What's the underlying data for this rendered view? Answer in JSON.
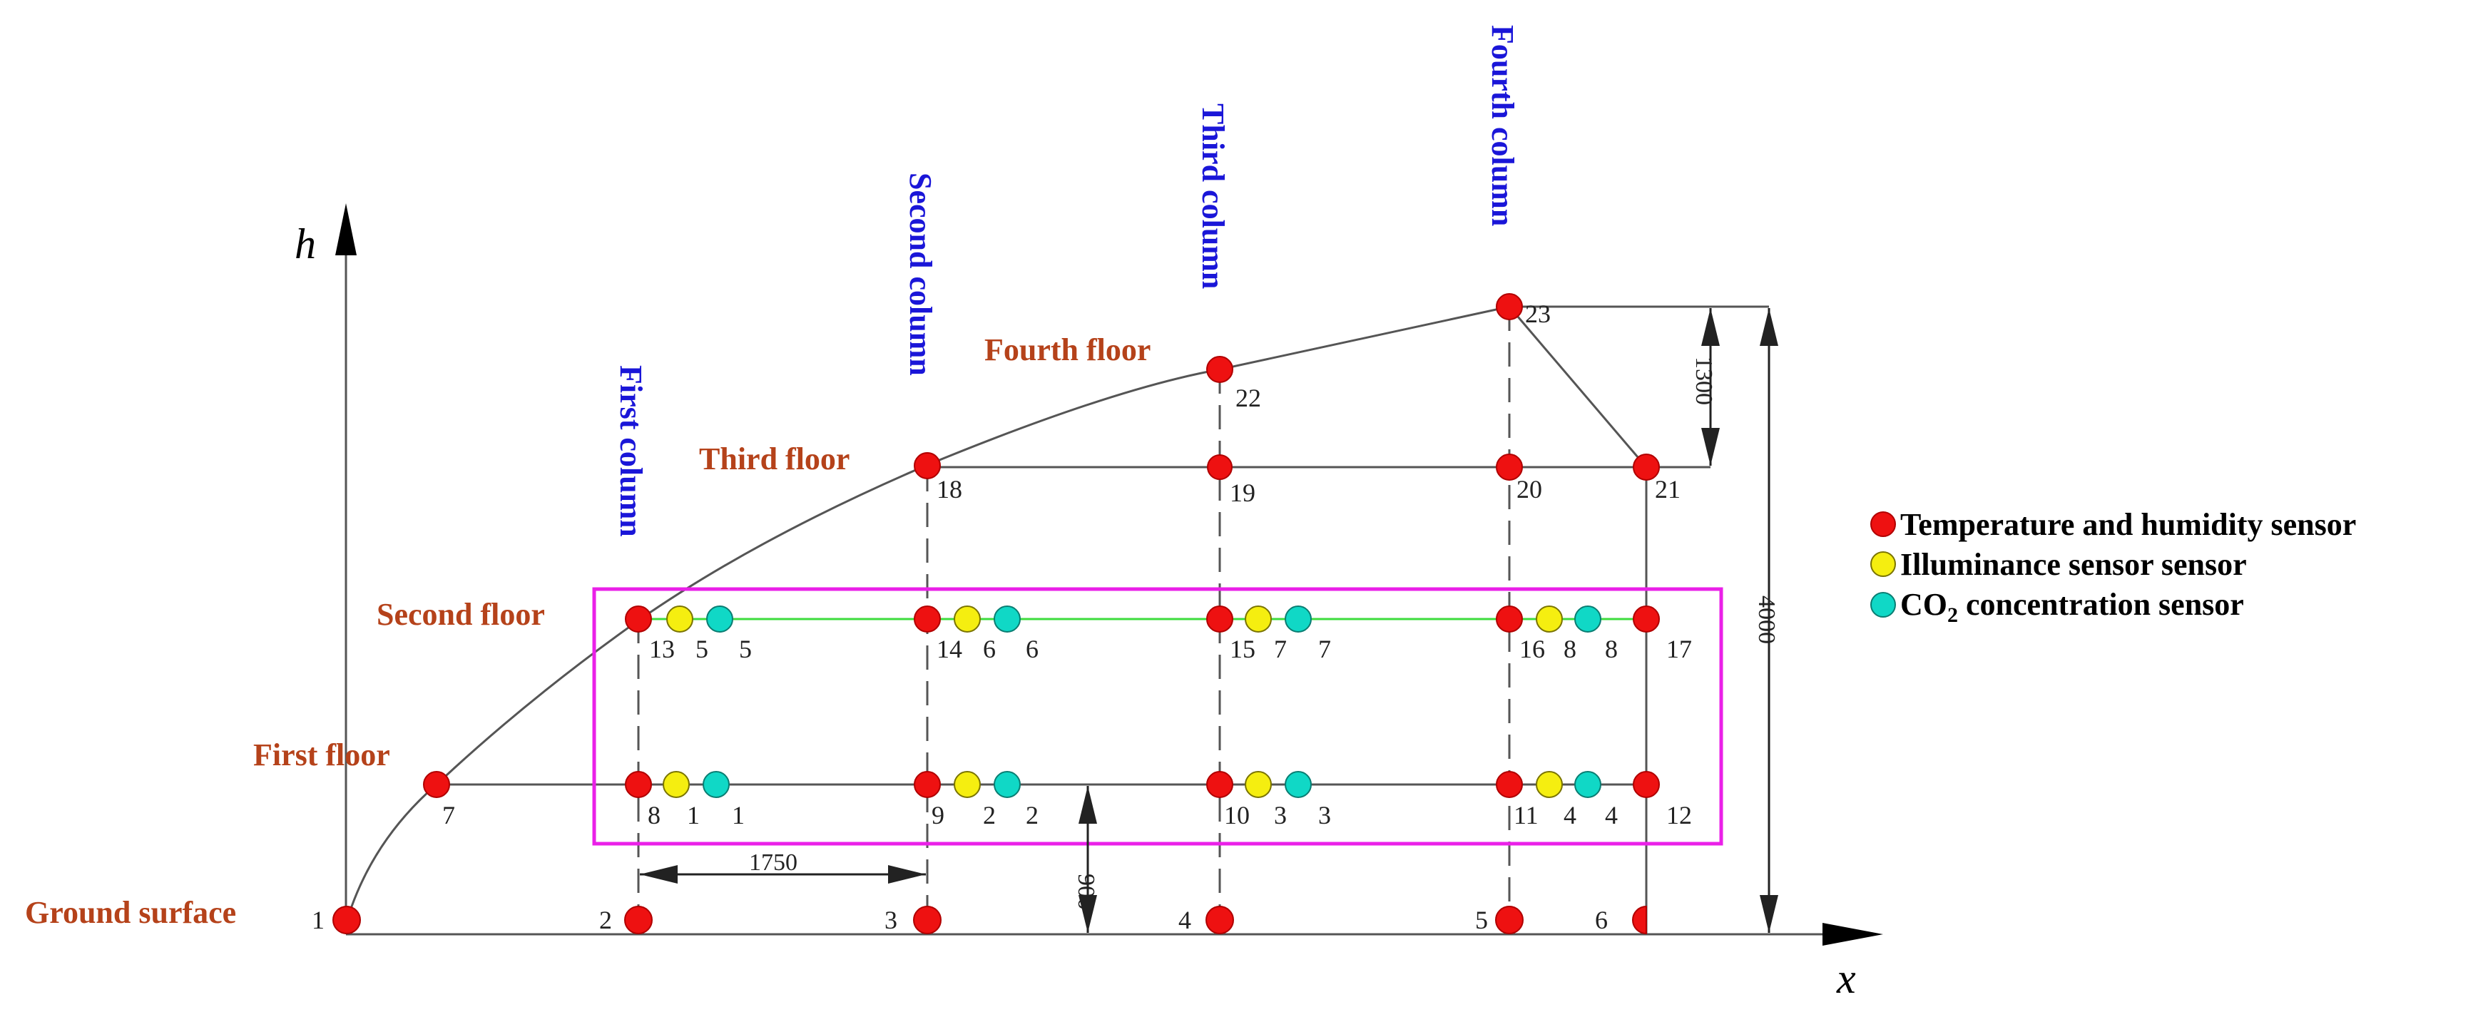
{
  "colors": {
    "temperature": "#ee1111",
    "illuminance": "#f5ee10",
    "co2": "#10d8c6",
    "floor_label": "#b5421a",
    "column_label": "#1a16d8",
    "highlight_box": "#ea20e8",
    "green_line": "#3ddc3d"
  },
  "axes": {
    "h": "h",
    "x": "x"
  },
  "floors": {
    "ground": "Ground surface",
    "first": "First floor",
    "second": "Second floor",
    "third": "Third floor",
    "fourth": "Fourth floor"
  },
  "columns": {
    "first": "First column",
    "second": "Second column",
    "third": "Third column",
    "fourth": "Fourth column"
  },
  "dimensions": {
    "d1750": "1750",
    "d900": "900",
    "d1300": "1300",
    "d4000": "4000"
  },
  "sensor_labels": {
    "t1": "1",
    "t2": "2",
    "t3": "3",
    "t4": "4",
    "t5": "5",
    "t6": "6",
    "t7": "7",
    "t8": "8",
    "t9": "9",
    "t10": "10",
    "t11": "11",
    "t12": "12",
    "t13": "13",
    "t14": "14",
    "t15": "15",
    "t16": "16",
    "t17": "17",
    "t18": "18",
    "t19": "19",
    "t20": "20",
    "t21": "21",
    "t22": "22",
    "t23": "23",
    "i1": "1",
    "i2": "2",
    "i3": "3",
    "i4": "4",
    "i5": "5",
    "i6": "6",
    "i7": "7",
    "i8": "8",
    "c1": "1",
    "c2": "2",
    "c3": "3",
    "c4": "4",
    "c5": "5",
    "c6": "6",
    "c7": "7",
    "c8": "8"
  },
  "legend": {
    "temperature": "Temperature and humidity sensor",
    "illuminance": "Illuminance sensor sensor",
    "co2_prefix": "CO",
    "co2_sub": "2",
    "co2_suffix": " concentration sensor"
  }
}
